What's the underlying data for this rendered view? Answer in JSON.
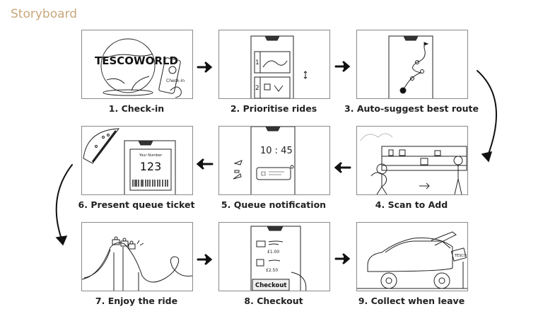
{
  "title": "Storyboard",
  "steps": [
    {
      "label": "1. Check-in",
      "sketch_text": [
        "TESCOWORLD",
        "Check-in"
      ]
    },
    {
      "label": "2. Prioritise rides",
      "sketch_text": [
        "1",
        "2"
      ]
    },
    {
      "label": "3. Auto-suggest best route"
    },
    {
      "label": "4. Scan to Add"
    },
    {
      "label": "5. Queue notification",
      "sketch_text": [
        "10 : 45"
      ]
    },
    {
      "label": "6. Present queue ticket",
      "sketch_text": [
        "Your Number",
        "123"
      ]
    },
    {
      "label": "7. Enjoy the ride"
    },
    {
      "label": "8. Checkout",
      "sketch_text": [
        "£1.00",
        "£2.50",
        "Checkout"
      ]
    },
    {
      "label": "9. Collect when leave",
      "sketch_text": [
        "TESCO"
      ]
    }
  ],
  "colors": {
    "title": "#c9a77c",
    "ink": "#111111",
    "frame": "#8a8a8a"
  }
}
